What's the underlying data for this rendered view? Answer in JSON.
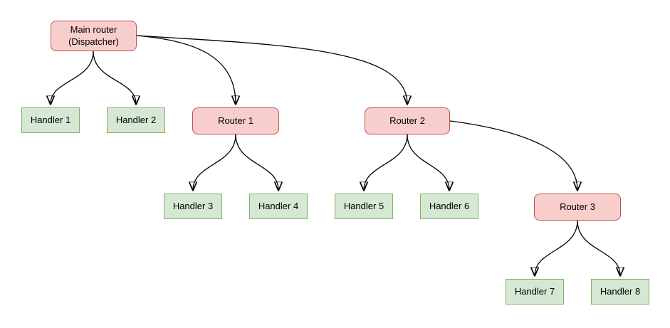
{
  "diagram": {
    "background_color": "#ffffff",
    "text_color": "#000000",
    "edge_color": "#000000",
    "router_style": {
      "fill": "#f8cecc",
      "border": "#b85450"
    },
    "handler_style": {
      "fill": "#d5e8d4",
      "border": "#82b366"
    },
    "nodes": {
      "main_router": {
        "kind": "router",
        "line1": "Main router",
        "line2": "(Dispatcher)"
      },
      "router_1": {
        "kind": "router",
        "label": "Router 1"
      },
      "router_2": {
        "kind": "router",
        "label": "Router 2"
      },
      "router_3": {
        "kind": "router",
        "label": "Router 3"
      },
      "handler_1": {
        "kind": "handler",
        "label": "Handler 1"
      },
      "handler_2": {
        "kind": "handler",
        "label": "Handler 2"
      },
      "handler_3": {
        "kind": "handler",
        "label": "Handler 3"
      },
      "handler_4": {
        "kind": "handler",
        "label": "Handler 4"
      },
      "handler_5": {
        "kind": "handler",
        "label": "Handler 5"
      },
      "handler_6": {
        "kind": "handler",
        "label": "Handler 6"
      },
      "handler_7": {
        "kind": "handler",
        "label": "Handler 7"
      },
      "handler_8": {
        "kind": "handler",
        "label": "Handler 8"
      }
    },
    "edges": [
      {
        "from": "Main router (Dispatcher)",
        "to": "Handler 1"
      },
      {
        "from": "Main router (Dispatcher)",
        "to": "Handler 2"
      },
      {
        "from": "Main router (Dispatcher)",
        "to": "Router 1"
      },
      {
        "from": "Main router (Dispatcher)",
        "to": "Router 2"
      },
      {
        "from": "Router 1",
        "to": "Handler 3"
      },
      {
        "from": "Router 1",
        "to": "Handler 4"
      },
      {
        "from": "Router 2",
        "to": "Handler 5"
      },
      {
        "from": "Router 2",
        "to": "Handler 6"
      },
      {
        "from": "Router 2",
        "to": "Router 3"
      },
      {
        "from": "Router 3",
        "to": "Handler 7"
      },
      {
        "from": "Router 3",
        "to": "Handler 8"
      }
    ]
  }
}
